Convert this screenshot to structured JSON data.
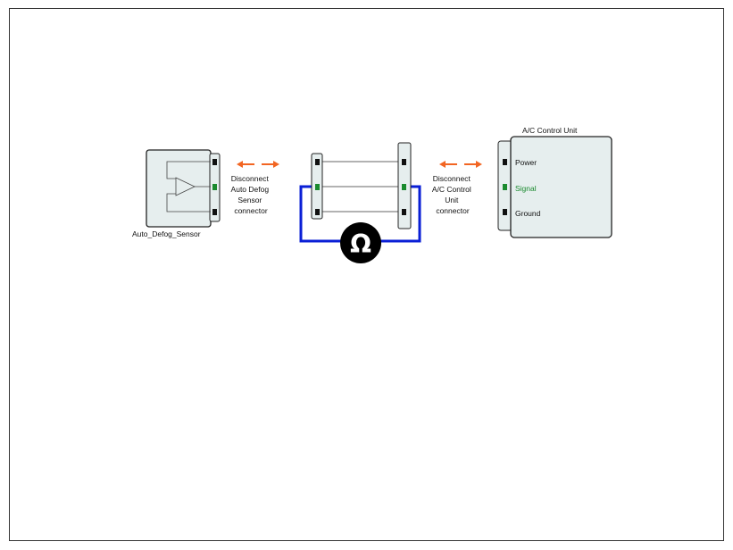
{
  "sensor": {
    "label": "Auto_Defog_Sensor"
  },
  "control_unit": {
    "title": "A/C Control Unit",
    "pins": [
      "Power",
      "Signal",
      "Ground"
    ]
  },
  "instructions": {
    "left": [
      "Disconnect",
      "Auto Defog",
      "Sensor",
      "connector"
    ],
    "right": [
      "Disconnect",
      "A/C Control",
      "Unit",
      "connector"
    ]
  },
  "meter": {
    "symbol": "Ω"
  },
  "colors": {
    "arrow": "#f26522",
    "meter_lead": "#0a1fd6",
    "signal_pin": "#1a8a2e",
    "pin": "#111111",
    "component_fill": "#e6eeee",
    "outline": "#222222"
  }
}
